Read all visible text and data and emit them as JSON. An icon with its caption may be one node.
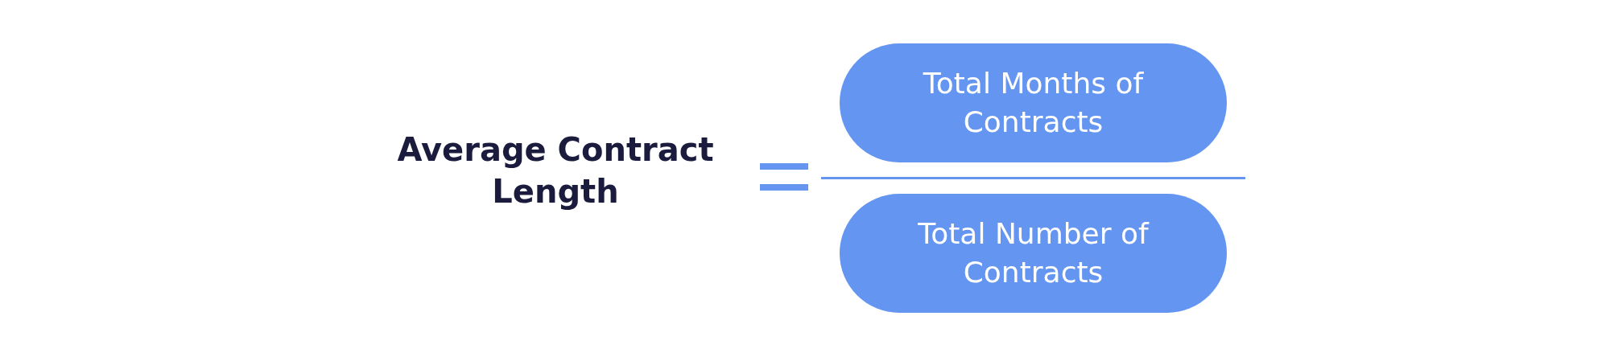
{
  "diagram": {
    "nodes": [
      {
        "text": [
          "Total Months of Contracts"
        ]
      },
      {
        "text": [
          "Total Number of Contracts"
        ]
      }
    ],
    "labels": [
      "Average Contract Length"
    ]
  }
}
